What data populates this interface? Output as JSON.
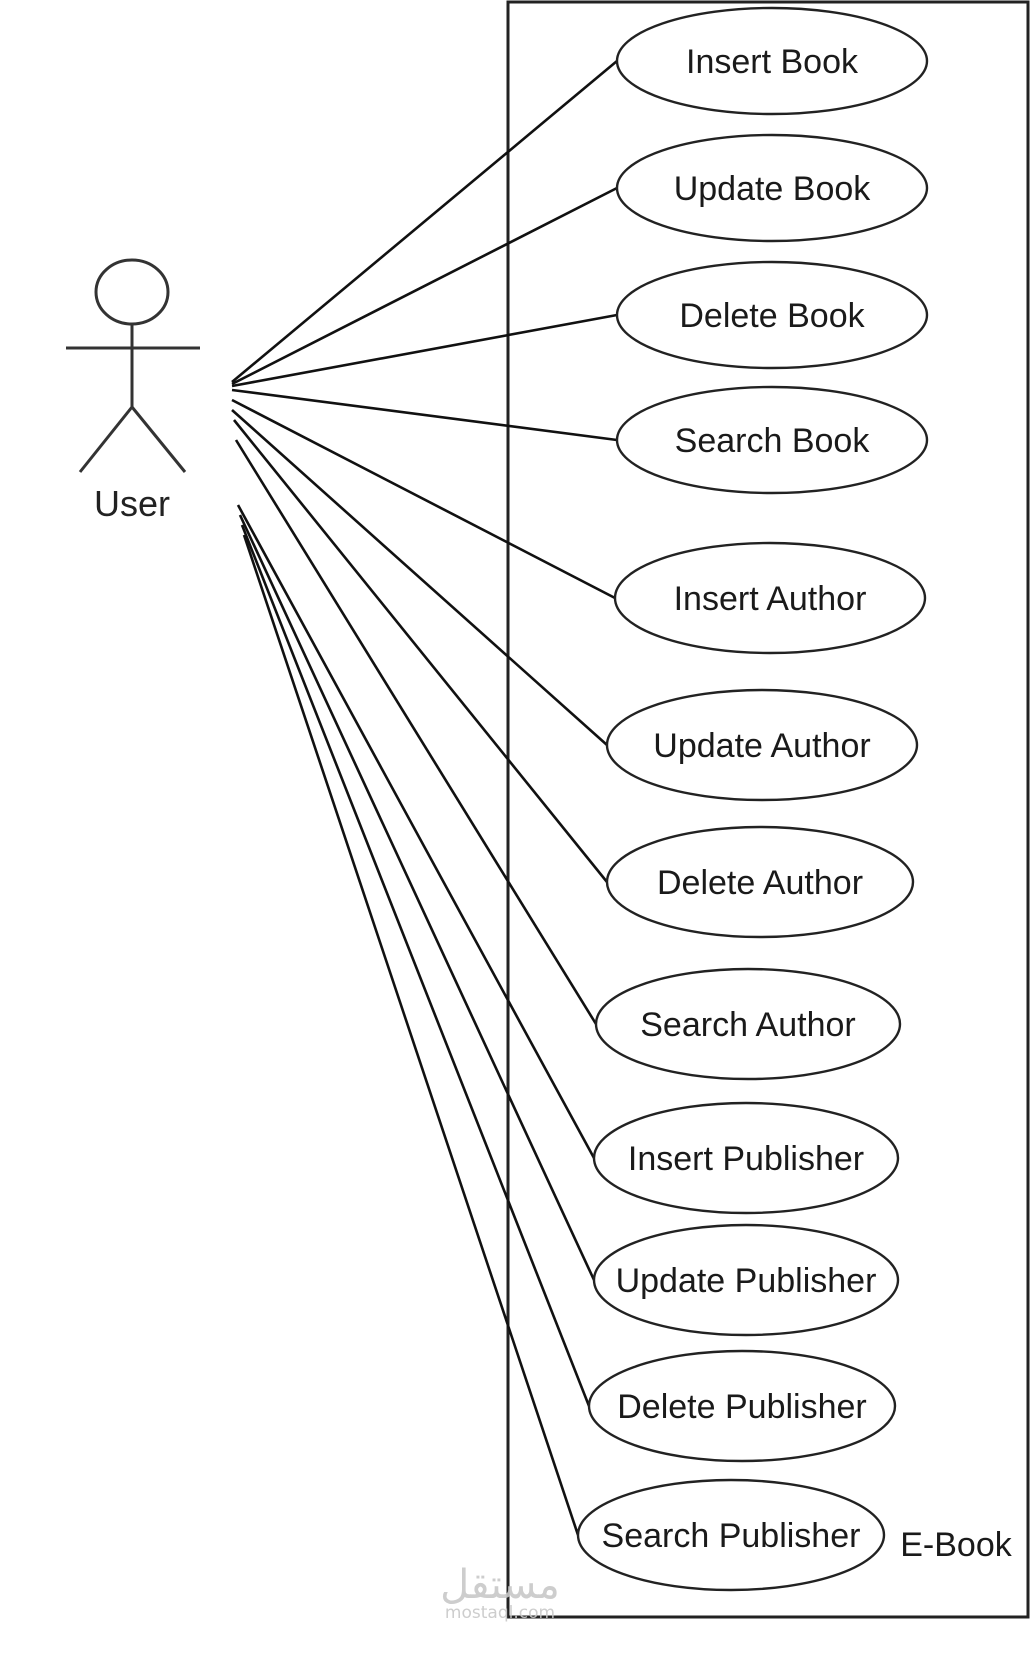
{
  "actor": {
    "name": "User",
    "icon": "stick-figure-actor-icon"
  },
  "system": {
    "name": "E-Book"
  },
  "use_cases": [
    "Insert Book",
    "Update Book",
    "Delete Book",
    "Search Book",
    "Insert Author",
    "Update Author",
    "Delete Author",
    "Search Author",
    "Insert Publisher",
    "Update Publisher",
    "Delete Publisher",
    "Search Publisher"
  ],
  "watermark": {
    "brand": "مستقل",
    "site": "mostaql.com"
  },
  "colors": {
    "stroke": "#111111",
    "text": "#1a1a1a",
    "watermark": "#c8c8c8"
  }
}
